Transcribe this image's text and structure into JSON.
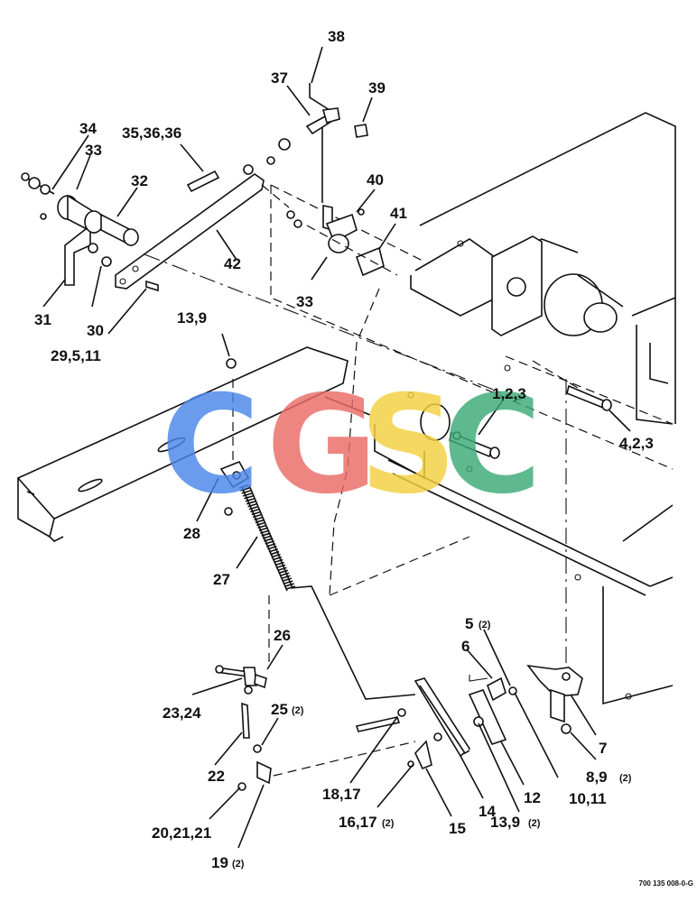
{
  "callouts": {
    "c38": "38",
    "c37": "37",
    "c39": "39",
    "c34": "34",
    "c33a": "33",
    "c35": "35,36,36",
    "c32": "32",
    "c40": "40",
    "c41": "41",
    "c42": "42",
    "c33b": "33",
    "c31": "31",
    "c30": "30",
    "c29": "29,5,11",
    "c13a": "13,9",
    "c1": "1,2,3",
    "c4": "4,2,3",
    "c28": "28",
    "c27": "27",
    "c26": "26",
    "c5": "5",
    "c5q": "(2)",
    "c6": "6",
    "c23": "23,24",
    "c25": "25",
    "c25q": "(2)",
    "c7": "7",
    "c22": "22",
    "c8": "8,9",
    "c8q": "(2)",
    "c12": "12",
    "c10": "10,11",
    "c18": "18,17",
    "c14": "14",
    "c13b": "13,9",
    "c13bq": "(2)",
    "c16": "16,17",
    "c16q": "(2)",
    "c15": "15",
    "c20": "20,21,21",
    "c19": "19",
    "c19q": "(2)"
  },
  "drawing_code": "700 135 008-0-G",
  "watermark": {
    "letters": [
      "C",
      "G",
      "S",
      "C"
    ],
    "colors": [
      "#4a86e8",
      "#ea6b66",
      "#f4d03f",
      "#3daa77"
    ]
  }
}
